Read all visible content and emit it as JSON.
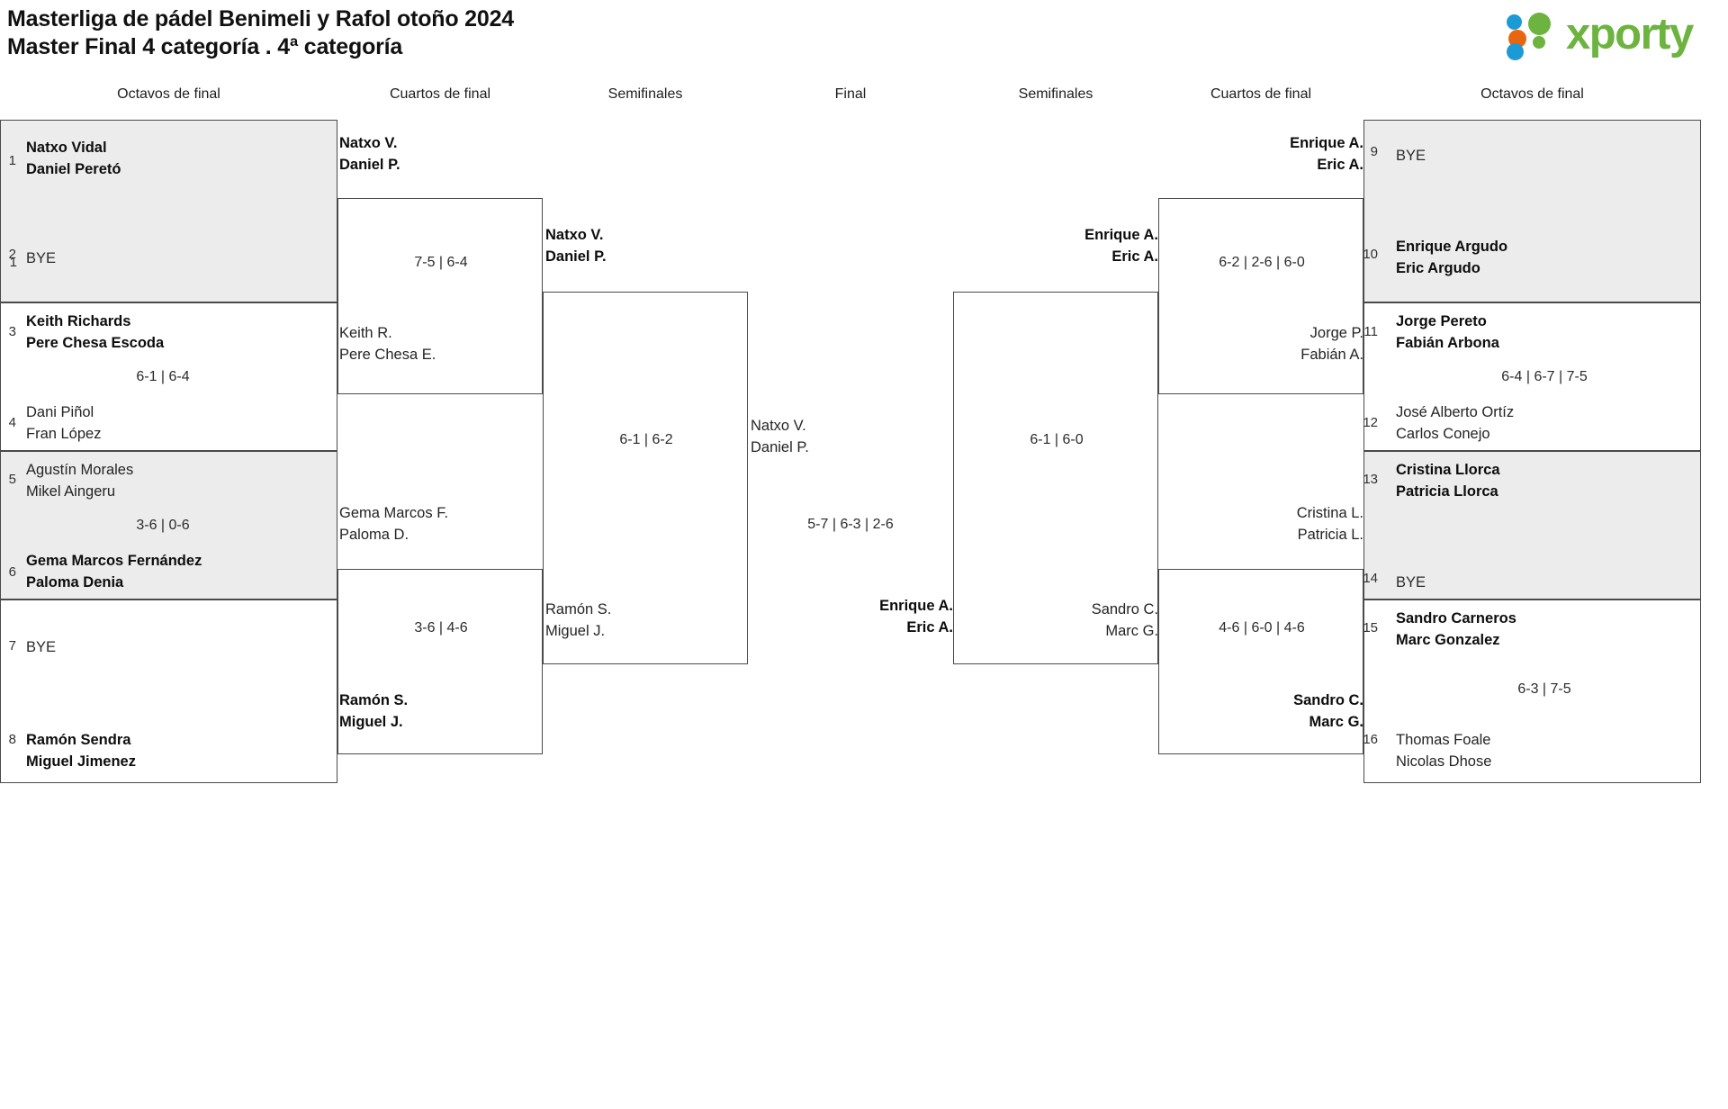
{
  "header": {
    "title_line1": "Masterliga de pádel Benimeli y Rafol otoño 2024",
    "title_line2": "Master Final 4 categoría . 4ª categoría",
    "logo_text": "xporty",
    "logo_colors": {
      "blue": "#1b9ad6",
      "orange": "#e8660d",
      "green": "#6cb33f"
    }
  },
  "round_headers": {
    "left_r16": "Octavos de final",
    "left_qf": "Cuartos de final",
    "left_sf": "Semifinales",
    "final": "Final",
    "right_sf": "Semifinales",
    "right_qf": "Cuartos de final",
    "right_r16": "Octavos de final"
  },
  "bracket": {
    "left": {
      "r16": [
        {
          "seed": "1",
          "p1": "Natxo Vidal",
          "p2": "Daniel Peretó",
          "winner": true,
          "bye": false,
          "shaded": true
        },
        {
          "seed": "2",
          "p1": "BYE",
          "p2": "",
          "winner": false,
          "bye": true,
          "shaded": true
        },
        {
          "seed": "3",
          "p1": "Keith Richards",
          "p2": "Pere Chesa Escoda",
          "winner": true,
          "bye": false,
          "shaded": false
        },
        {
          "seed": "4",
          "p1": "Dani Piñol",
          "p2": "Fran López",
          "winner": false,
          "bye": false,
          "shaded": false
        },
        {
          "seed": "5",
          "p1": "Agustín Morales",
          "p2": "Mikel Aingeru",
          "winner": false,
          "bye": false,
          "shaded": true
        },
        {
          "seed": "6",
          "p1": "Gema Marcos Fernández",
          "p2": "Paloma Denia",
          "winner": true,
          "bye": false,
          "shaded": true
        },
        {
          "seed": "7",
          "p1": "BYE",
          "p2": "",
          "winner": false,
          "bye": true,
          "shaded": false
        },
        {
          "seed": "8",
          "p1": "Ramón Sendra",
          "p2": "Miguel Jimenez",
          "winner": true,
          "bye": false,
          "shaded": false
        }
      ],
      "r16_scores": [
        "",
        "6-1 | 6-4",
        "3-6 | 0-6",
        ""
      ],
      "qf": [
        {
          "p1": "Natxo V.",
          "p2": "Daniel P.",
          "winner": true
        },
        {
          "p1": "Keith R.",
          "p2": "Pere Chesa E.",
          "winner": false
        },
        {
          "p1": "Gema Marcos F.",
          "p2": "Paloma D.",
          "winner": false
        },
        {
          "p1": "Ramón S.",
          "p2": "Miguel J.",
          "winner": true
        }
      ],
      "qf_scores": [
        "7-5 | 6-4",
        "3-6 | 4-6"
      ],
      "sf": [
        {
          "p1": "Natxo V.",
          "p2": "Daniel P.",
          "winner": true
        },
        {
          "p1": "Ramón S.",
          "p2": "Miguel J.",
          "winner": false
        }
      ],
      "sf_score": "6-1 | 6-2"
    },
    "final": {
      "top": {
        "p1": "Natxo V.",
        "p2": "Daniel P.",
        "winner": false
      },
      "bottom": {
        "p1": "Enrique A.",
        "p2": "Eric A.",
        "winner": true
      },
      "score": "5-7 | 6-3 | 2-6"
    },
    "right": {
      "sf": [
        {
          "p1": "Enrique A.",
          "p2": "Eric A.",
          "winner": true
        },
        {
          "p1": "Sandro C.",
          "p2": "Marc G.",
          "winner": false
        }
      ],
      "sf_score": "6-1 | 6-0",
      "qf": [
        {
          "p1": "Enrique A.",
          "p2": "Eric A.",
          "winner": true
        },
        {
          "p1": "Jorge P.",
          "p2": "Fabián A.",
          "winner": false
        },
        {
          "p1": "Cristina L.",
          "p2": "Patricia L.",
          "winner": false
        },
        {
          "p1": "Sandro C.",
          "p2": "Marc G.",
          "winner": true
        }
      ],
      "qf_scores": [
        "6-2 | 2-6 | 6-0",
        "4-6 | 6-0 | 4-6"
      ],
      "r16": [
        {
          "seed": "9",
          "p1": "BYE",
          "p2": "",
          "winner": false,
          "bye": true,
          "shaded": true
        },
        {
          "seed": "10",
          "p1": "Enrique Argudo",
          "p2": "Eric Argudo",
          "winner": true,
          "bye": false,
          "shaded": true
        },
        {
          "seed": "11",
          "p1": "Jorge Pereto",
          "p2": "Fabián Arbona",
          "winner": true,
          "bye": false,
          "shaded": false
        },
        {
          "seed": "12",
          "p1": "José Alberto Ortíz",
          "p2": "Carlos Conejo",
          "winner": false,
          "bye": false,
          "shaded": false
        },
        {
          "seed": "13",
          "p1": "Cristina Llorca",
          "p2": "Patricia Llorca",
          "winner": true,
          "bye": false,
          "shaded": true
        },
        {
          "seed": "14",
          "p1": "BYE",
          "p2": "",
          "winner": false,
          "bye": true,
          "shaded": true
        },
        {
          "seed": "15",
          "p1": "Sandro Carneros",
          "p2": "Marc Gonzalez",
          "winner": true,
          "bye": false,
          "shaded": false
        },
        {
          "seed": "16",
          "p1": "Thomas Foale",
          "p2": "Nicolas Dhose",
          "winner": false,
          "bye": false,
          "shaded": false
        }
      ],
      "r16_scores": [
        "",
        "6-4 | 6-7 | 7-5",
        "",
        "6-3 | 7-5"
      ]
    }
  }
}
